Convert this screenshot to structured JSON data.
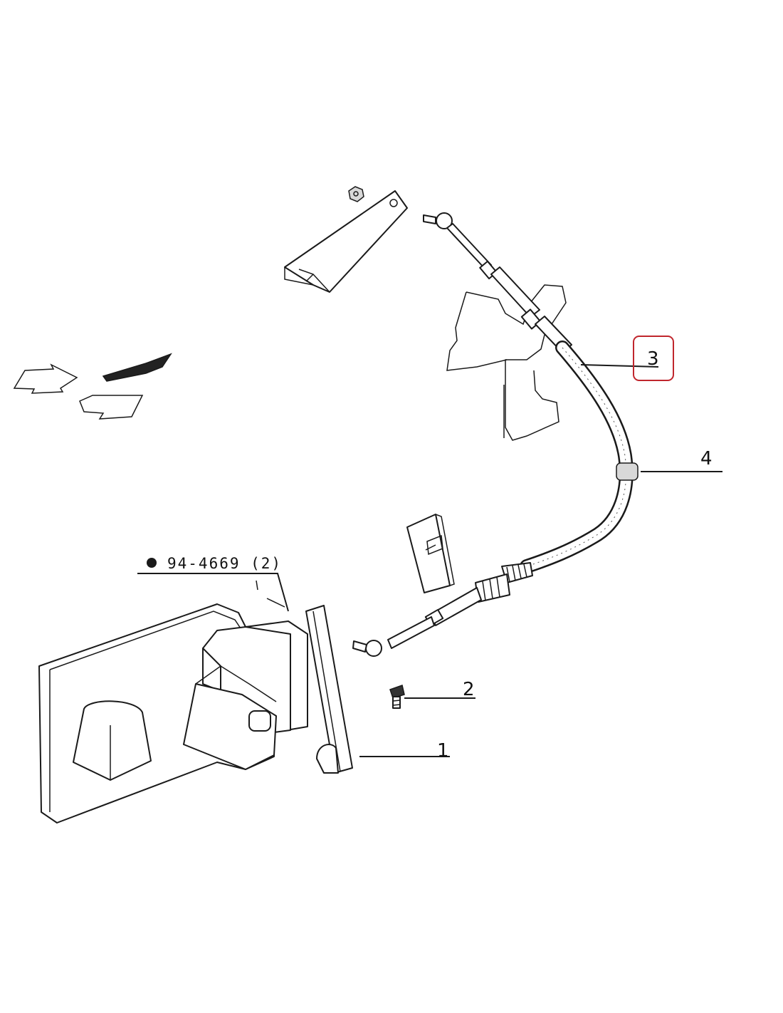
{
  "callouts": {
    "item_1": "1",
    "item_2": "2",
    "item_3": "3",
    "item_4": "4",
    "reference_part": "94-4669 (2)"
  },
  "highlight": {
    "item": "3",
    "color": "#c0262d"
  },
  "icons": {
    "nut": "hex-nut-icon",
    "direction_arrows": "direction-arrow-icon"
  }
}
